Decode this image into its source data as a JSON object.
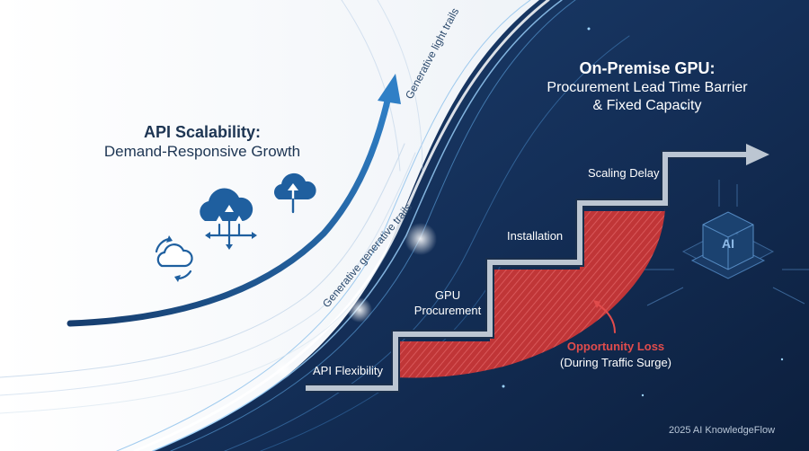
{
  "left_heading": {
    "title": "API Scalability:",
    "subtitle": "Demand-Responsive Growth"
  },
  "right_heading": {
    "title": "On-Premise GPU:",
    "subtitle_line1": "Procurement Lead Time Barrier",
    "subtitle_line2": "& Fixed Capacity"
  },
  "trails": {
    "upper": "Generative light trails",
    "lower": "Generative generative trails"
  },
  "steps": {
    "api_flexibility": "API Flexibility",
    "gpu_line1": "GPU",
    "gpu_line2": "Procurement",
    "installation": "Installation",
    "scaling_delay": "Scaling Delay"
  },
  "opportunity": {
    "title": "Opportunity Loss",
    "note": "(During Traffic Surge)"
  },
  "chip_label": "AI",
  "copyright": "2025 AI KnowledgeFlow",
  "colors": {
    "navy_background": "#112a4f",
    "light_background": "#f1f4f8",
    "growth_arrow": "#1f5f9f",
    "staircase": "#b9c3cf",
    "loss_fill": "#d63b3b",
    "accent_red": "#e14c4c"
  },
  "icons": [
    "cloud-sync-icon",
    "cloud-distribution-icon",
    "cloud-upload-icon",
    "ai-chip-icon"
  ]
}
